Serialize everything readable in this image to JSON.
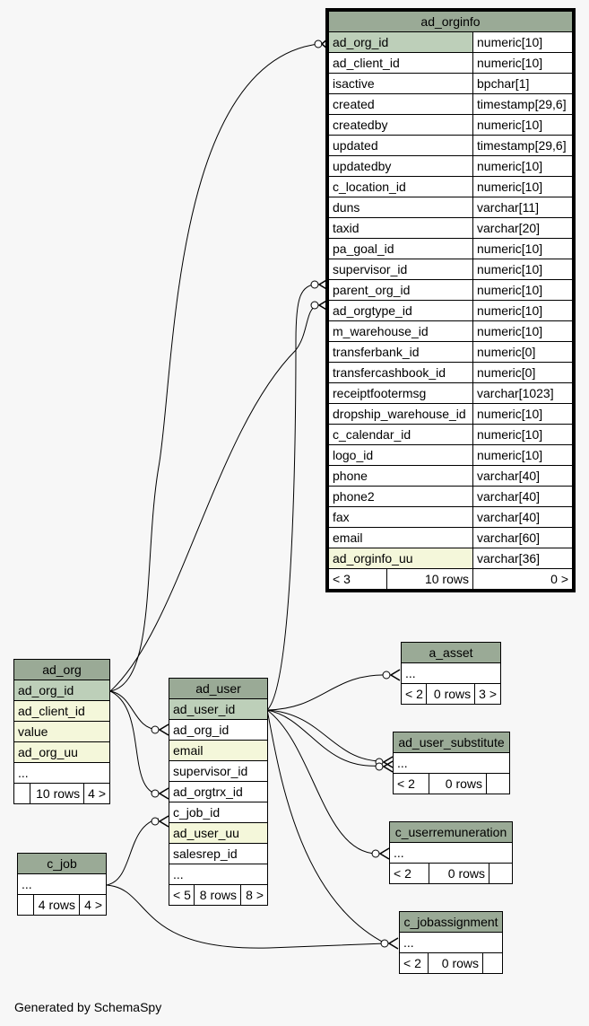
{
  "tables": {
    "ad_orginfo": {
      "title": "ad_orginfo",
      "columns": [
        {
          "name": "ad_org_id",
          "type": "numeric[10]"
        },
        {
          "name": "ad_client_id",
          "type": "numeric[10]"
        },
        {
          "name": "isactive",
          "type": "bpchar[1]"
        },
        {
          "name": "created",
          "type": "timestamp[29,6]"
        },
        {
          "name": "createdby",
          "type": "numeric[10]"
        },
        {
          "name": "updated",
          "type": "timestamp[29,6]"
        },
        {
          "name": "updatedby",
          "type": "numeric[10]"
        },
        {
          "name": "c_location_id",
          "type": "numeric[10]"
        },
        {
          "name": "duns",
          "type": "varchar[11]"
        },
        {
          "name": "taxid",
          "type": "varchar[20]"
        },
        {
          "name": "pa_goal_id",
          "type": "numeric[10]"
        },
        {
          "name": "supervisor_id",
          "type": "numeric[10]"
        },
        {
          "name": "parent_org_id",
          "type": "numeric[10]"
        },
        {
          "name": "ad_orgtype_id",
          "type": "numeric[10]"
        },
        {
          "name": "m_warehouse_id",
          "type": "numeric[10]"
        },
        {
          "name": "transferbank_id",
          "type": "numeric[0]"
        },
        {
          "name": "transfercashbook_id",
          "type": "numeric[0]"
        },
        {
          "name": "receiptfootermsg",
          "type": "varchar[1023]"
        },
        {
          "name": "dropship_warehouse_id",
          "type": "numeric[10]"
        },
        {
          "name": "c_calendar_id",
          "type": "numeric[10]"
        },
        {
          "name": "logo_id",
          "type": "numeric[10]"
        },
        {
          "name": "phone",
          "type": "varchar[40]"
        },
        {
          "name": "phone2",
          "type": "varchar[40]"
        },
        {
          "name": "fax",
          "type": "varchar[40]"
        },
        {
          "name": "email",
          "type": "varchar[60]"
        },
        {
          "name": "ad_orginfo_uu",
          "type": "varchar[36]"
        }
      ],
      "footer": {
        "left": "< 3",
        "mid": "10 rows",
        "right": "0 >"
      }
    },
    "ad_org": {
      "title": "ad_org",
      "columns": [
        "ad_org_id",
        "ad_client_id",
        "value",
        "ad_org_uu",
        "..."
      ],
      "footer": {
        "left": "",
        "mid": "10 rows",
        "right": "4 >"
      }
    },
    "ad_user": {
      "title": "ad_user",
      "columns": [
        "ad_user_id",
        "ad_org_id",
        "email",
        "supervisor_id",
        "ad_orgtrx_id",
        "c_job_id",
        "ad_user_uu",
        "salesrep_id",
        "..."
      ],
      "footer": {
        "left": "< 5",
        "mid": "8 rows",
        "right": "8 >"
      }
    },
    "c_job": {
      "title": "c_job",
      "columns": [
        "..."
      ],
      "footer": {
        "left": "",
        "mid": "4 rows",
        "right": "4 >"
      }
    },
    "a_asset": {
      "title": "a_asset",
      "columns": [
        "..."
      ],
      "footer": {
        "left": "< 2",
        "mid": "0 rows",
        "right": "3 >"
      }
    },
    "ad_user_substitute": {
      "title": "ad_user_substitute",
      "columns": [
        "..."
      ],
      "footer": {
        "left": "< 2",
        "mid": "0 rows",
        "right": ""
      }
    },
    "c_userremuneration": {
      "title": "c_userremuneration",
      "columns": [
        "..."
      ],
      "footer": {
        "left": "< 2",
        "mid": "0 rows",
        "right": ""
      }
    },
    "c_jobassignment": {
      "title": "c_jobassignment",
      "columns": [
        "..."
      ],
      "footer": {
        "left": "< 2",
        "mid": "0 rows",
        "right": ""
      }
    }
  },
  "footer_text": "Generated by SchemaSpy"
}
